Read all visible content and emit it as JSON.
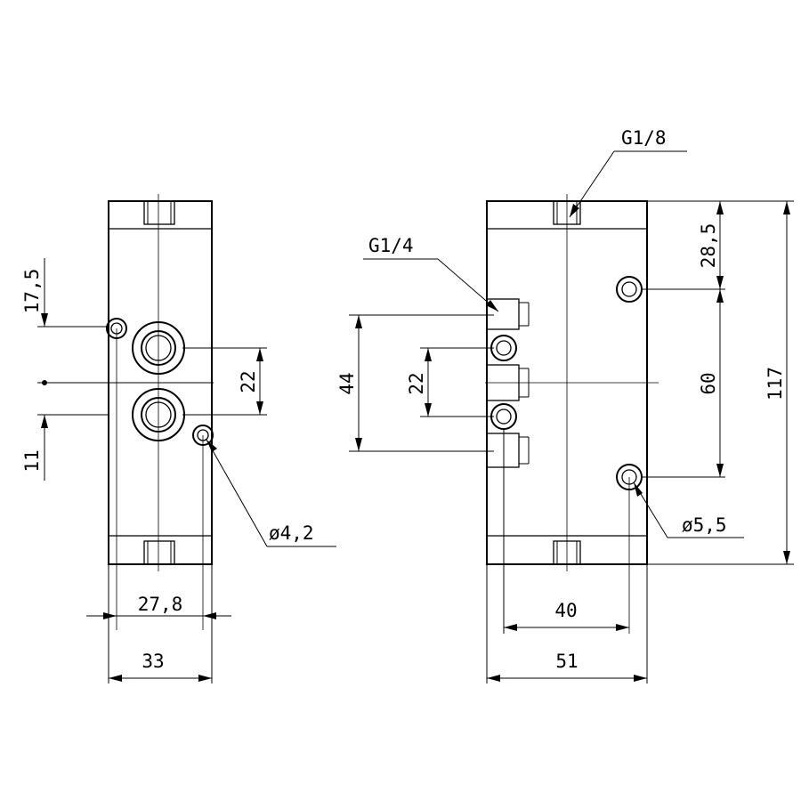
{
  "drawing": {
    "front_view": {
      "labels": {
        "dim_17_5": "17,5",
        "dim_11": "11",
        "dim_22": "22",
        "dim_27_8": "27,8",
        "dim_33": "33",
        "hole_dia": "ø4,2"
      }
    },
    "side_view": {
      "labels": {
        "thread_top": "G1/8",
        "thread_side": "G1/4",
        "dim_44": "44",
        "dim_22": "22",
        "dim_28_5": "28,5",
        "dim_60": "60",
        "dim_117": "117",
        "dim_40": "40",
        "dim_51": "51",
        "hole_dia": "ø5,5"
      }
    }
  }
}
